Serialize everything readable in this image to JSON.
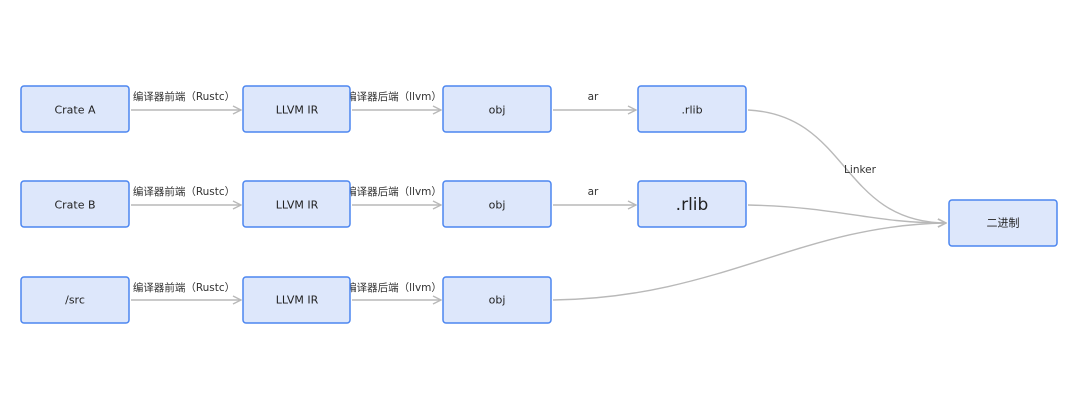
{
  "nodes": {
    "crate_a": "Crate A",
    "crate_b": "Crate B",
    "src": "/src",
    "llvm_ir_1": "LLVM IR",
    "llvm_ir_2": "LLVM IR",
    "llvm_ir_3": "LLVM IR",
    "obj_1": "obj",
    "obj_2": "obj",
    "obj_3": "obj",
    "rlib_1": ".rlib",
    "rlib_2": ".rlib",
    "binary": "二进制"
  },
  "edges": {
    "frontend_1": "编译器前端（Rustc）",
    "frontend_2": "编译器前端（Rustc）",
    "frontend_3": "编译器前端（Rustc）",
    "backend_1": "编译器后端（llvm）",
    "backend_2": "编译器后端（llvm）",
    "backend_3": "编译器后端（llvm）",
    "ar_1": "ar",
    "ar_2": "ar",
    "linker": "Linker"
  },
  "colors": {
    "node_fill": "#dde7fb",
    "node_border": "#4c86f0",
    "edge": "#b9b9b9"
  }
}
